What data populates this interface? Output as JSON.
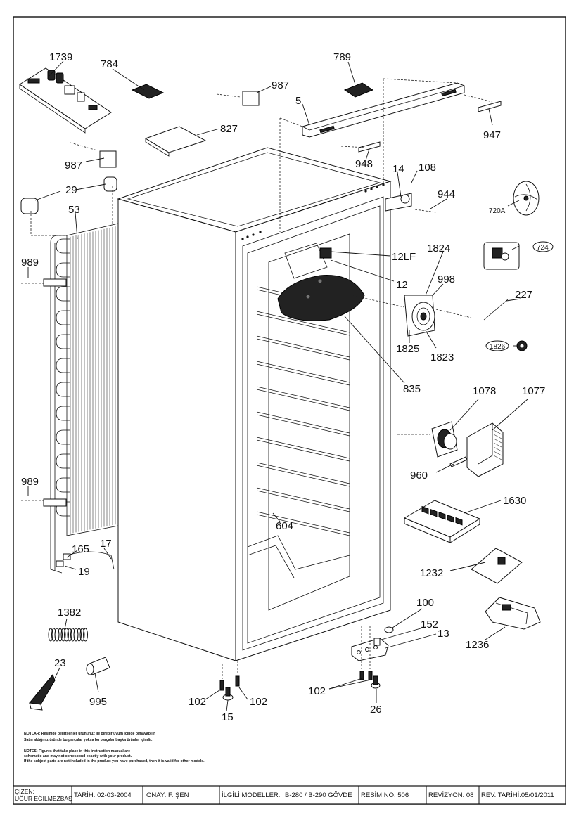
{
  "labels": {
    "p1739": "1739",
    "p784": "784",
    "p789": "789",
    "p987a": "987",
    "p987b": "987",
    "p5": "5",
    "p827": "827",
    "p947": "947",
    "p948": "948",
    "p14": "14",
    "p108": "108",
    "p944": "944",
    "p720A": "720A",
    "p29": "29",
    "p53": "53",
    "p989a": "989",
    "p989b": "989",
    "p1824": "1824",
    "p12LF": "12LF",
    "p12": "12",
    "p998": "998",
    "p724": "724",
    "p227": "227",
    "p1825": "1825",
    "p1823": "1823",
    "p1826": "1826",
    "p835": "835",
    "p1078": "1078",
    "p1077": "1077",
    "p960": "960",
    "p1630": "1630",
    "p604": "604",
    "p165": "165",
    "p17": "17",
    "p19": "19",
    "p1232": "1232",
    "p100": "100",
    "p152": "152",
    "p13": "13",
    "p1236": "1236",
    "p1382": "1382",
    "p23": "23",
    "p995": "995",
    "p102a": "102",
    "p102b": "102",
    "p102c": "102",
    "p15": "15",
    "p26": "26"
  },
  "notes": {
    "tr1": "NOTLAR: Resimde belirtilenler ürününüz ile birebir uyum içinde olmayabilir.",
    "tr2": "Satın aldığınız üründe bu parçalar yoksa bu parçalar başka ürünler içindir.",
    "en1": "NOTES: Figures that take place in this instruction manual are",
    "en2": "schematic and may not correspond exactly with your product.",
    "en3": "If the subject parts are not included in the product you have purchased, then it is valid for other models."
  },
  "title_block": {
    "cizen_label": "ÇİZEN:",
    "cizen_name": "ÜĞUR EĞİLMEZBAŞ",
    "tarih": "TARİH: 02-03-2004",
    "onay": "ONAY: F. ŞEN",
    "ilgili_label": "İLGİLİ MODELLER:",
    "ilgili_value": "B-280 / B-290 GÖVDE",
    "resim": "RESİM NO: 506",
    "revizyon": "REVİZYON: 08",
    "rev_tarihi": "REV. TARİHİ:05/01/2011"
  }
}
